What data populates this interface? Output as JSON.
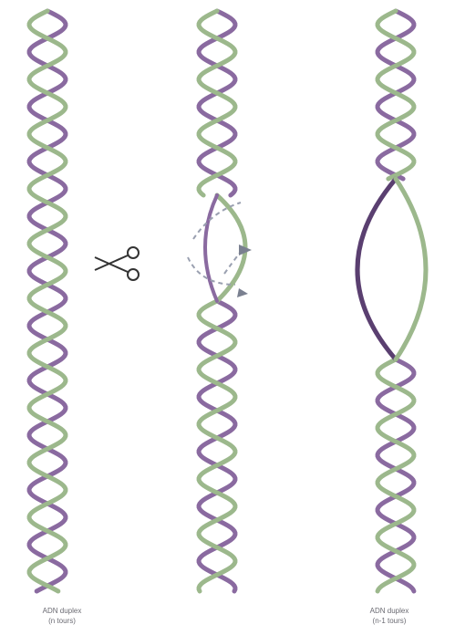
{
  "captions": {
    "left": {
      "line1": "ADN duplex",
      "line2": "(n tours)"
    },
    "right": {
      "line1": "ADN duplex",
      "line2": "(n-1 tours)"
    }
  },
  "colors": {
    "strand_a": "#8a6aa0",
    "strand_b": "#9cb88c",
    "strand_dark": "#5a3f70",
    "arrow": "#9aa0b0"
  },
  "icons": {
    "scissors": "scissors-icon"
  }
}
